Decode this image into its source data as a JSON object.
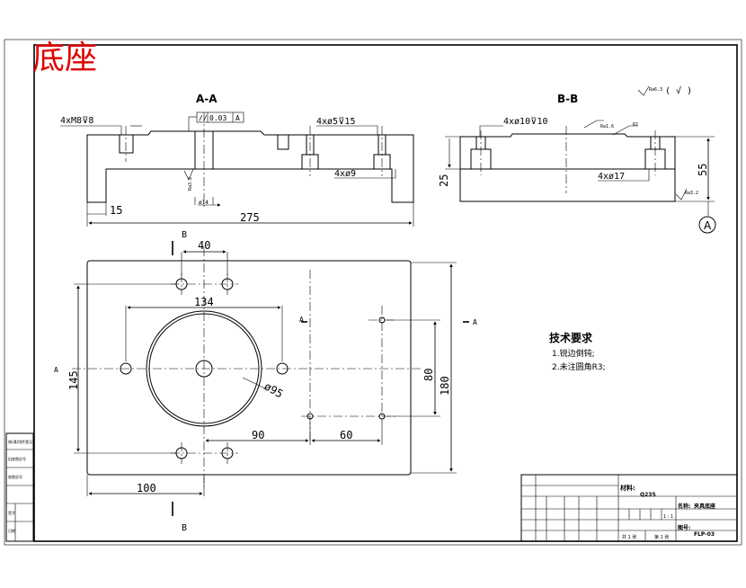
{
  "title": "底座",
  "views": {
    "section_aa": {
      "label": "A-A",
      "notes": {
        "tapped_holes": "4xM8",
        "tapped_depth": "8",
        "cbore_holes": "4xø5",
        "cbore_depth": "15",
        "cbore_dia": "4xø9",
        "center_hole": "ø14",
        "roughness": "Ra3.2",
        "tolerance_symbol": "//",
        "tolerance_value": "0.03",
        "datum_ref": "A"
      },
      "dims": {
        "step": "15",
        "length": "275"
      }
    },
    "section_bb": {
      "label": "B-B",
      "notes": {
        "holes": "4xø10",
        "hole_depth": "10",
        "cbore": "4xø17",
        "ra_top": "Ra1.6",
        "ra_bottom": "Ra3.2",
        "fillet": "R2",
        "general_roughness": "Ra6.3",
        "check": "( √ )"
      },
      "dims": {
        "step": "25",
        "height": "55"
      },
      "datum_label": "A"
    },
    "plan": {
      "section_marks": {
        "b": "B",
        "a": "A"
      },
      "dims": {
        "hole_spacing_top": "40",
        "bolt_span": "134",
        "bore_dia": "ø95",
        "height_inner": "145",
        "width_inner": "80",
        "height_total": "180",
        "offset_90": "90",
        "offset_60": "60",
        "offset_100": "100"
      }
    }
  },
  "tech_req": {
    "heading": "技术要求",
    "items": [
      "1.锐边倒钝;",
      "2.未注圆角R3;"
    ]
  },
  "title_block": {
    "material_label": "材料:",
    "material": "Q235",
    "name_label": "名称:",
    "name": "夹具底座",
    "drawing_no_label": "图号:",
    "drawing_no": "FLP-03",
    "sheet_total": "共 1 张",
    "sheet_no": "第 1 张",
    "scale": "1 : 1"
  },
  "side_strip": [
    "借(通)用件登记",
    "旧底图总号",
    "底图总号",
    "签字",
    "日期"
  ]
}
